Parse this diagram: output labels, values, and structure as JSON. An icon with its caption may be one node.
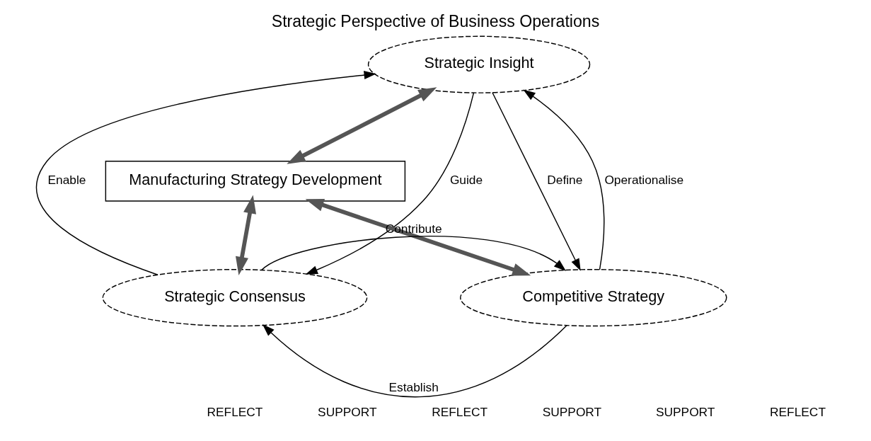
{
  "diagram": {
    "title": "Strategic Perspective of Business Operations",
    "nodes": [
      {
        "text": [
          "Strategic Insight"
        ]
      },
      {
        "text": [
          "Manufacturing Strategy Development"
        ]
      },
      {
        "text": [
          "Strategic Consensus"
        ]
      },
      {
        "text": [
          "Competitive Strategy"
        ]
      }
    ],
    "edges": [
      {
        "from": 2,
        "to": 0,
        "arrow": "to",
        "label": "Enable"
      },
      {
        "from": 0,
        "to": 2,
        "arrow": "to",
        "label": "Guide"
      },
      {
        "from": 0,
        "to": 3,
        "arrow": "to",
        "label": "Define"
      },
      {
        "from": 3,
        "to": 0,
        "arrow": "to",
        "label": "Operationalise"
      },
      {
        "from": 0,
        "to": 1,
        "arrow": "both",
        "style": "thick",
        "color": "#555555"
      },
      {
        "from": 1,
        "to": 2,
        "arrow": "both",
        "style": "thick",
        "color": "#555555"
      },
      {
        "from": 1,
        "to": 3,
        "arrow": "both",
        "style": "thick",
        "color": "#555555"
      },
      {
        "from": 2,
        "to": 3,
        "arrow": "to",
        "label": "Contribute"
      },
      {
        "from": 3,
        "to": 2,
        "arrow": "to",
        "label": "Establish"
      }
    ],
    "labels": [
      "REFLECT",
      "SUPPORT",
      "REFLECT",
      "SUPPORT",
      "SUPPORT",
      "REFLECT"
    ]
  }
}
